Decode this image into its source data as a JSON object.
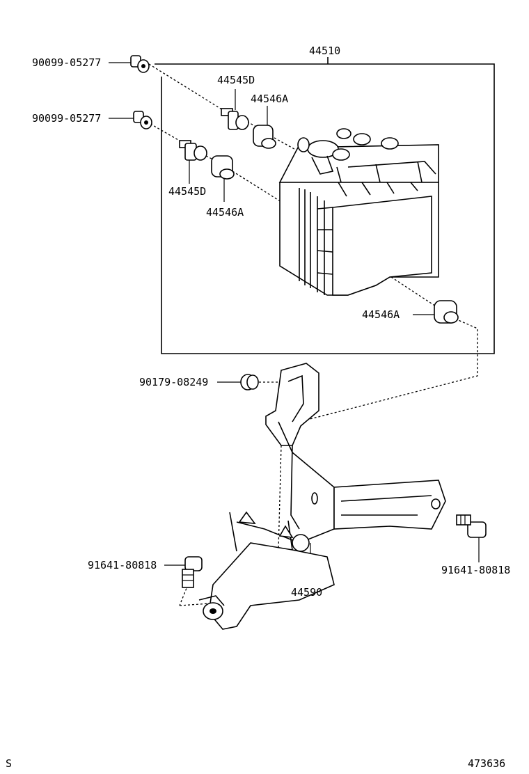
{
  "labels": {
    "assembly": "44510",
    "bolt_top1": "90099-05277",
    "bolt_top2": "90099-05277",
    "union_upper": "44545D",
    "grommet_upper": "44546A",
    "union_lower": "44545D",
    "grommet_lower": "44546A",
    "grommet_right": "44546A",
    "nut": "90179-08249",
    "bolt_left": "91641-80818",
    "bolt_right": "91641-80818",
    "bracket": "44590",
    "corner_left": "S",
    "drawing_number": "473636"
  }
}
